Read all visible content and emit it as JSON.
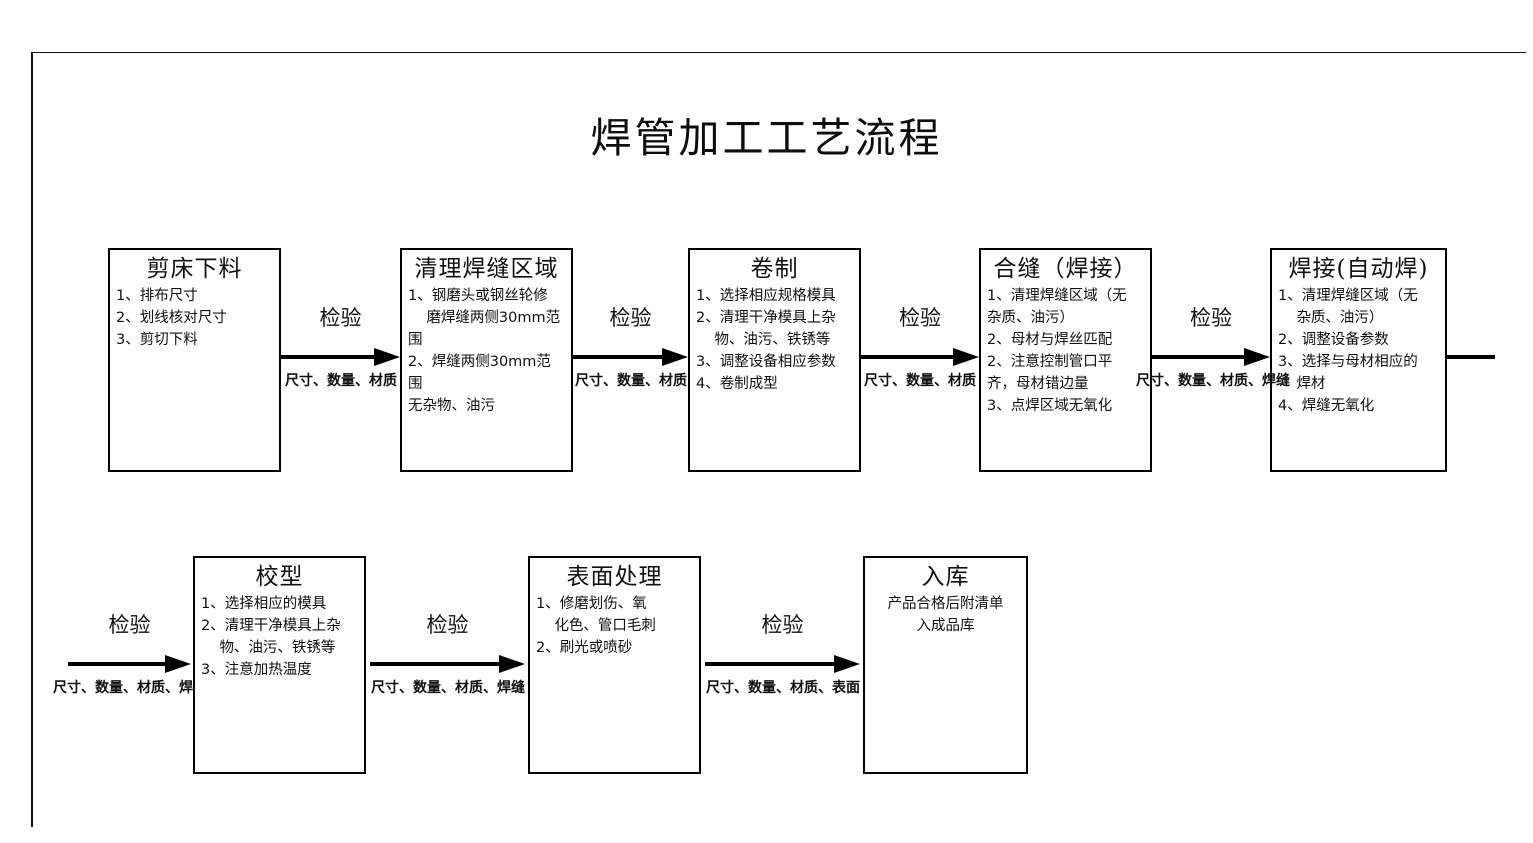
{
  "document": {
    "title": "焊管加工工艺流程",
    "frame_color": "#111111",
    "ink_color": "#101010",
    "background": "#ffffff"
  },
  "row1": {
    "steps": [
      {
        "id": "step-1",
        "title": "剪床下料",
        "items": [
          "1、排布尺寸",
          "2、划线核对尺寸",
          "3、剪切下料"
        ]
      },
      {
        "id": "step-2",
        "title": "清理焊缝区域",
        "items": [
          "1、钢磨头或钢丝轮修\n    磨焊缝两侧30mm范围",
          "2、焊缝两侧30mm范围\n无杂物、油污"
        ]
      },
      {
        "id": "step-3",
        "title": "卷制",
        "items": [
          "1、选择相应规格模具",
          "2、清理干净模具上杂\n    物、油污、铁锈等",
          "3、调整设备相应参数",
          "4、卷制成型"
        ]
      },
      {
        "id": "step-4",
        "title": "合缝（焊接）",
        "items": [
          "1、清理焊缝区域（无\n杂质、油污）",
          "2、母材与焊丝匹配",
          "2、注意控制管口平\n齐，母材错边量",
          "3、点焊区域无氧化"
        ]
      },
      {
        "id": "step-5",
        "title": "焊接(自动焊)",
        "items": [
          "1、清理焊缝区域（无\n    杂质、油污）",
          "2、调整设备参数",
          "3、选择与母材相应的\n    焊材",
          "4、焊缝无氧化"
        ]
      }
    ],
    "arrows": [
      {
        "id": "arrow-1",
        "top_label": "检验",
        "bottom_label": "尺寸、数量、材质"
      },
      {
        "id": "arrow-2",
        "top_label": "检验",
        "bottom_label": "尺寸、数量、材质"
      },
      {
        "id": "arrow-3",
        "top_label": "检验",
        "bottom_label": "尺寸、数量、材质"
      },
      {
        "id": "arrow-4",
        "top_label": "检验",
        "bottom_label": "尺寸、数量、材质、焊缝"
      }
    ]
  },
  "row2": {
    "steps": [
      {
        "id": "step-6",
        "title": "校型",
        "items": [
          "1、选择相应的模具",
          "2、清理干净模具上杂\n    物、油污、铁锈等",
          "3、注意加热温度"
        ]
      },
      {
        "id": "step-7",
        "title": "表面处理",
        "items": [
          "1、修磨划伤、氧\n    化色、管口毛刺",
          "2、刷光或喷砂"
        ]
      },
      {
        "id": "step-8",
        "title": "入库",
        "note": "产品合格后附清单\n入成品库"
      }
    ],
    "arrows": [
      {
        "id": "arrow-5",
        "top_label": "检验",
        "bottom_label": "尺寸、数量、材质、焊缝"
      },
      {
        "id": "arrow-6",
        "top_label": "检验",
        "bottom_label": "尺寸、数量、材质、焊缝"
      },
      {
        "id": "arrow-7",
        "top_label": "检验",
        "bottom_label": "尺寸、数量、材质、表面"
      }
    ]
  }
}
